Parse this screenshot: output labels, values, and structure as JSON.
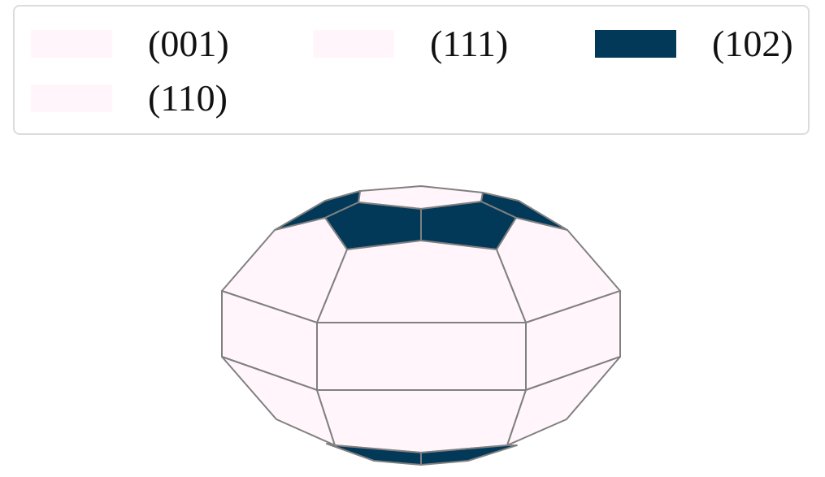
{
  "legend": {
    "items": [
      {
        "label": "(001)",
        "color": "#fff5fb"
      },
      {
        "label": "(111)",
        "color": "#fff5fb"
      },
      {
        "label": "(102)",
        "color": "#023858"
      },
      {
        "label": "(110)",
        "color": "#fff5fb"
      }
    ]
  },
  "colors": {
    "light_face": "#fff5fb",
    "dark_face": "#023858",
    "edge": "#808080"
  }
}
